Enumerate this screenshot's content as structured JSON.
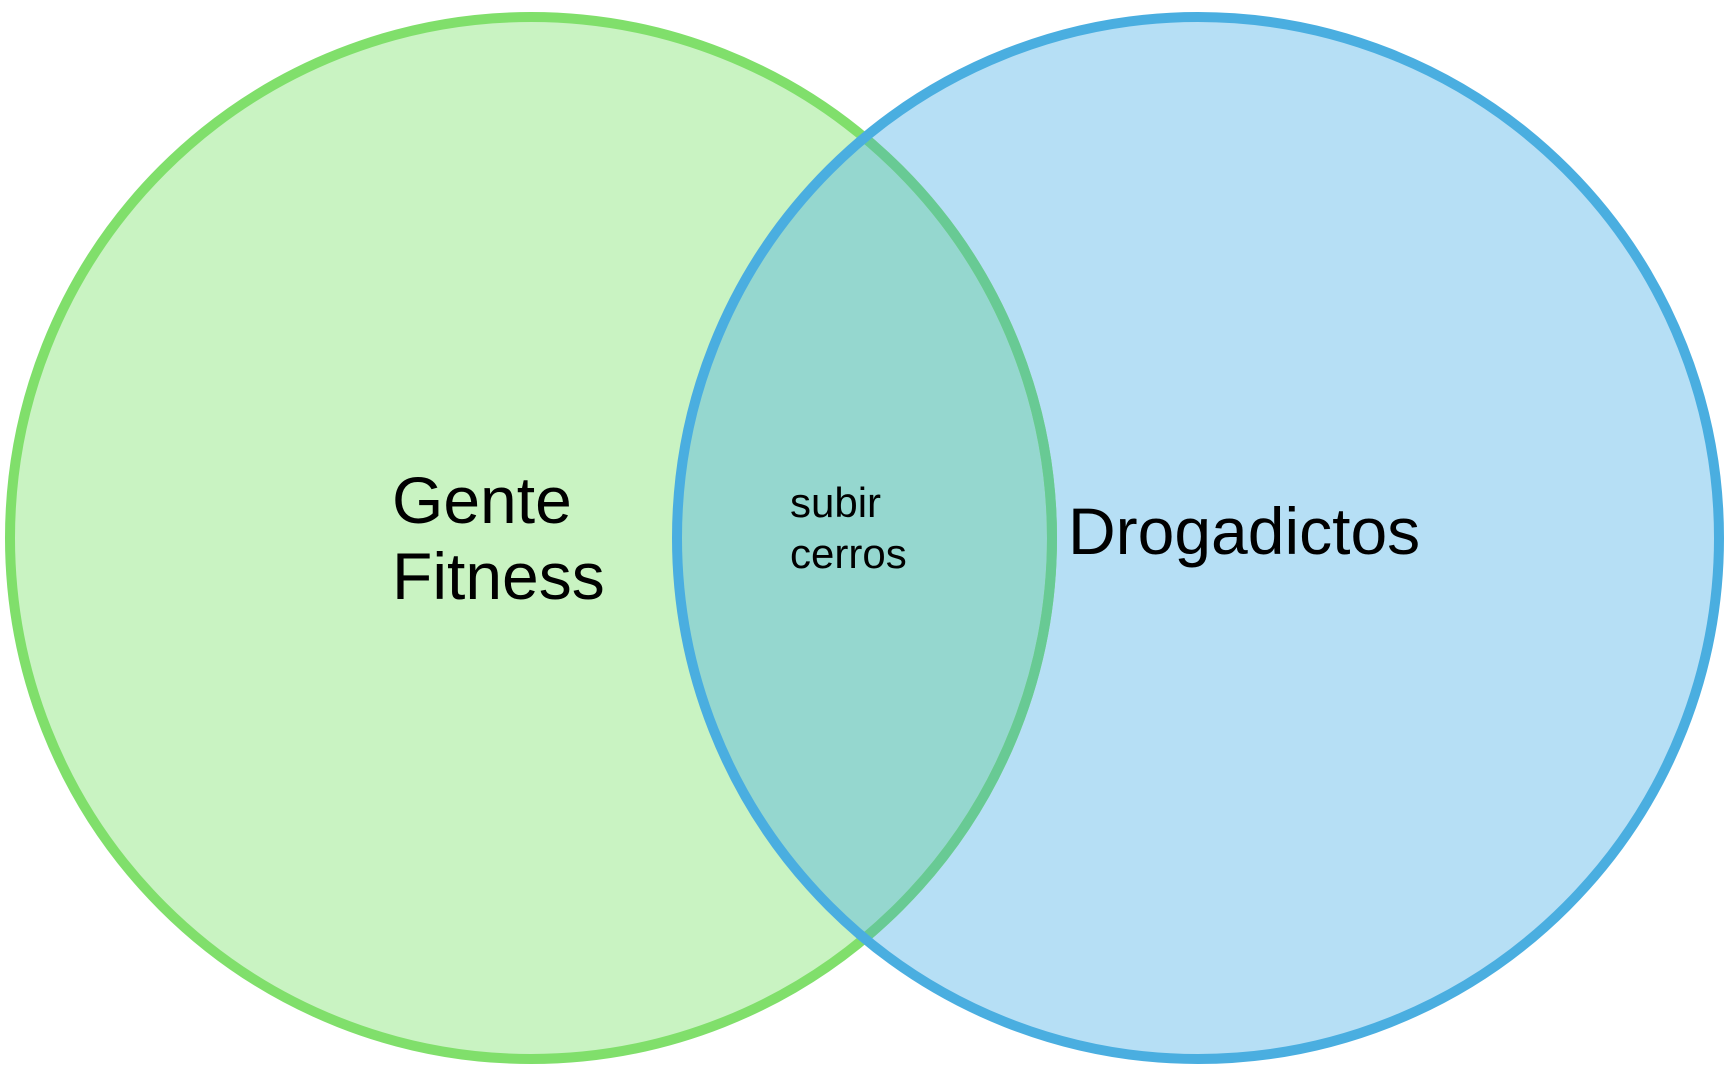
{
  "diagram": {
    "type": "venn",
    "sets": [
      {
        "id": "left",
        "lines": [
          "Gente",
          "Fitness"
        ],
        "fill": "#c9f3c2",
        "stroke": "#80df6b"
      },
      {
        "id": "right",
        "lines": [
          "Drogadictos"
        ],
        "fill": "#b6dff5",
        "stroke": "#4aaee0"
      }
    ],
    "intersection": {
      "lines": [
        "subir",
        "cerros"
      ],
      "fill": "#95d7cf",
      "stroke_left_arc": "#68ca94",
      "stroke_right_arc": "#4aaee0"
    }
  }
}
